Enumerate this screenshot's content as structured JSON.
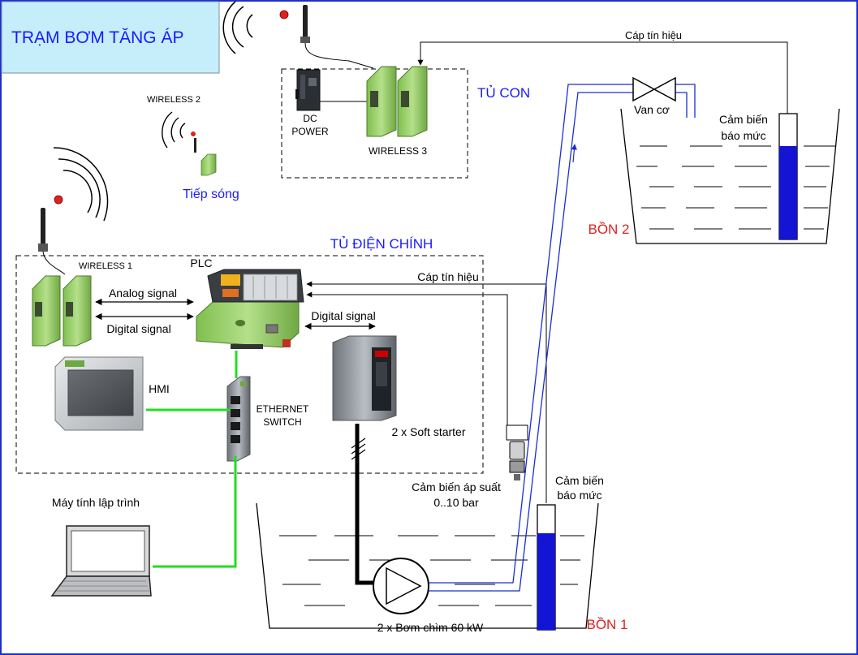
{
  "title": "TRẠM BƠM TĂNG ÁP",
  "cabinets": {
    "sub": "TỦ CON",
    "main": "TỦ ĐIỆN CHÍNH"
  },
  "devices": {
    "dc_power_line1": "DC",
    "dc_power_line2": "POWER",
    "wireless3": "WIRELESS 3",
    "wireless2": "WIRELESS 2",
    "repeater": "Tiếp sóng",
    "wireless1": "WIRELESS 1",
    "plc": "PLC",
    "hmi": "HMI",
    "ethernet_line1": "ETHERNET",
    "ethernet_line2": "SWITCH",
    "soft_starter": "2 x Soft starter",
    "laptop": "Máy tính lập trình",
    "pump": "2 x Bơm chìm 60 kW",
    "valve": "Van cơ"
  },
  "signals": {
    "analog": "Analog signal",
    "digital": "Digital signal",
    "digital_plc": "Digital signal",
    "cable_top": "Cáp tín hiệu",
    "cable_main": "Cáp tín hiệu"
  },
  "sensors": {
    "level2_line1": "Cảm biến",
    "level2_line2": "báo mức",
    "level1_line1": "Cảm biến",
    "level1_line2": "báo mức",
    "pressure_line1": "Cảm biến áp suất",
    "pressure_line2": "0..10 bar"
  },
  "tanks": {
    "tank1": "BỒN 1",
    "tank2": "BỒN 2"
  },
  "colors": {
    "title_bg": "#c6eefa",
    "accent_blue": "#1a1aff",
    "accent_red": "#e02020",
    "ethernet_green": "#22dd22",
    "device_green": "#9bcf6a",
    "pipe_blue": "#1a2fd0"
  }
}
